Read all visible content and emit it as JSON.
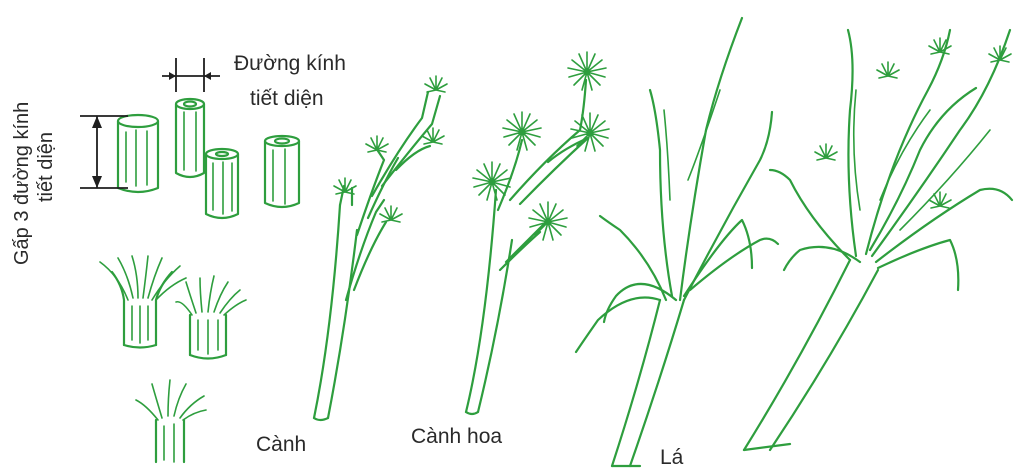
{
  "labels": {
    "diameter_line1": "Đường kính",
    "diameter_line2": "tiết diện",
    "height_line1": "Gấp 3 đường kính",
    "height_line2": "tiết diện",
    "branch": "Cành",
    "flower_branch": "Cành hoa",
    "leaf": "Lá"
  },
  "colors": {
    "stroke": "#2e9e3e",
    "text": "#2a2a2a",
    "background": "#ffffff"
  }
}
